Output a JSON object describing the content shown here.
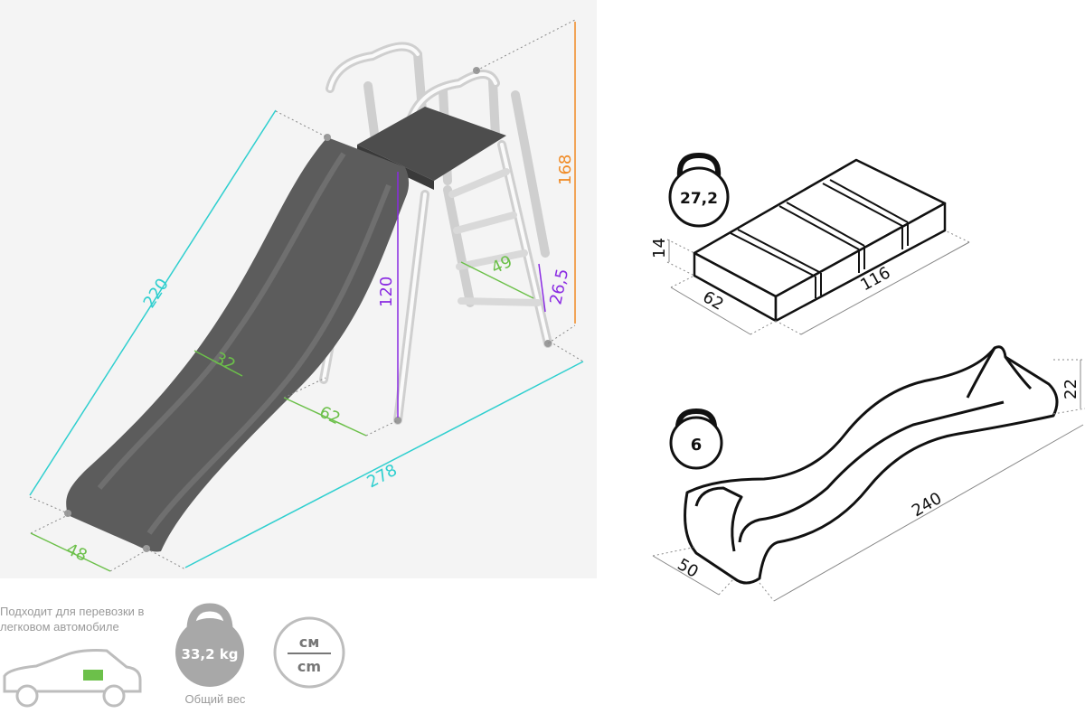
{
  "main_view": {
    "dimensions": {
      "slide_length": "220",
      "slide_width_inner": "32",
      "platform_depth": "62",
      "platform_height": "120",
      "total_height": "168",
      "step_width": "49",
      "step_spacing": "26,5",
      "total_length": "278",
      "slide_end_width": "48"
    }
  },
  "package_view": {
    "weight": "27,2",
    "height": "14",
    "width": "62",
    "length": "116"
  },
  "slide_part_view": {
    "weight": "6",
    "height": "22",
    "length": "240",
    "width": "50"
  },
  "footer": {
    "car_caption": "Подходит для перевозки в легковом автомобиле",
    "total_weight": "33,2 kg",
    "total_weight_caption": "Общий вес",
    "units_top": "см",
    "units_bottom": "cm"
  },
  "colors": {
    "slide_length_dim": "#2fcfcf",
    "height_dim": "#f08a24",
    "platform_height_dim": "#8a2be2",
    "small_dims": "#6cc04a",
    "slide_body": "#5c5c5c",
    "frame_tubes": "#e6e6e6"
  }
}
